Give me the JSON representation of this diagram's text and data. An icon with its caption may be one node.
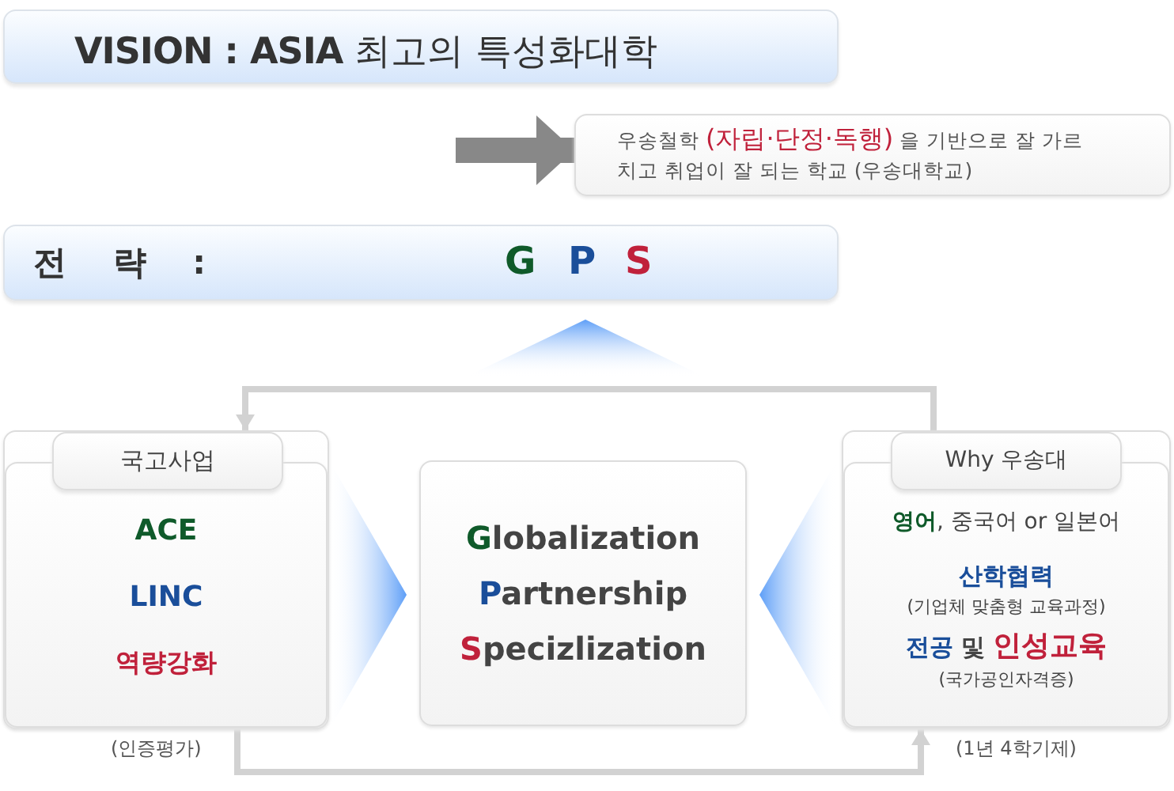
{
  "diagram": {
    "nodes": [
      {
        "text": [
          "**VISION : ASIA** 최고의 특성화대학"
        ]
      },
      {
        "text": [
          "우송철학 **(자립·단정·독행)** 을 기반으로 잘 가르치고 취업이 잘 되는 학교 (우송대학교)"
        ]
      },
      {
        "text": [
          "전 략 :",
          "G",
          "P",
          "S"
        ]
      },
      {
        "text": [
          "국고사업",
          "ACE",
          "LINC",
          "역량강화"
        ],
        "beside": [
          "(인증평가)"
        ]
      },
      {
        "text": [
          "Globalization",
          "Partnership",
          "Specizlization"
        ]
      },
      {
        "text": [
          "Why 우송대",
          "**영어**, 중국어 or 일본어",
          "산학협력",
          "(기업체 맞춤형 교육과정)",
          "**전공** 및 **인성교육**",
          "(국가공인자격증)"
        ],
        "beside": [
          "(1년 4학기제)"
        ]
      }
    ],
    "edges": [
      {
        "from": null,
        "to": 1,
        "arrow": "to",
        "style": "thick",
        "color": "#888888"
      },
      {
        "from": null,
        "to": 2,
        "arrow": "to"
      },
      {
        "from": 5,
        "to": 3,
        "arrow": "to"
      },
      {
        "from": 3,
        "to": 5,
        "arrow": "to"
      },
      {
        "from": 3,
        "to": 4,
        "arrow": "to"
      },
      {
        "from": 5,
        "to": 4,
        "arrow": "to"
      }
    ]
  }
}
